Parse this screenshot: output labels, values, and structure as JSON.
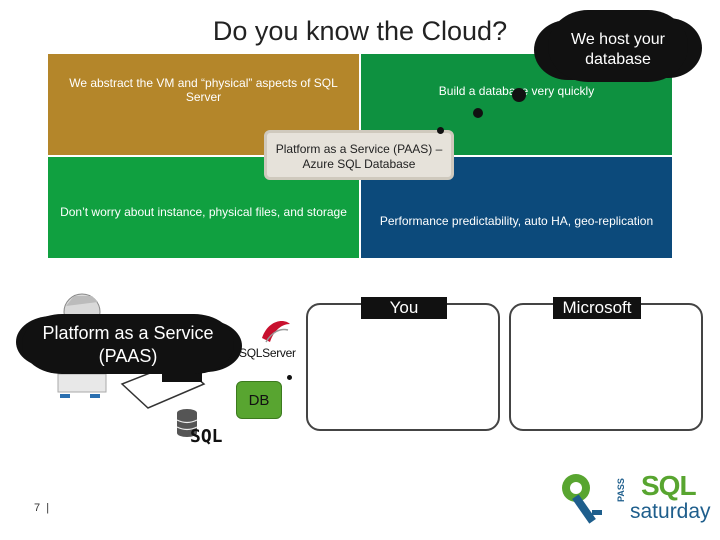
{
  "slide": {
    "title": "Do you know the Cloud?",
    "quadrants": {
      "top_left": "We abstract the VM and “physical” aspects of SQL Server",
      "top_right": "Build a database very quickly",
      "bottom_left": "Don’t worry about instance, physical files, and storage",
      "bottom_right": "Performance predictability, auto HA, geo-replication"
    },
    "center": "Platform as a Service (PAAS) – Azure SQL Database",
    "cloud_top": "We host your database",
    "cloud_left": "Platform as a Service (PAAS)",
    "panels": {
      "you": "You",
      "microsoft": "Microsoft"
    },
    "sqlserver_label": "SQLServer",
    "db_label": "DB",
    "sql_label": "SQL",
    "page_number": "7",
    "logo": {
      "pass": "PASS",
      "sql": "SQL",
      "saturday": "saturday"
    },
    "colors": {
      "gold": "#b4862a",
      "green": "#0e9140",
      "blue": "#0c4a7b",
      "db_green": "#58a530"
    }
  }
}
